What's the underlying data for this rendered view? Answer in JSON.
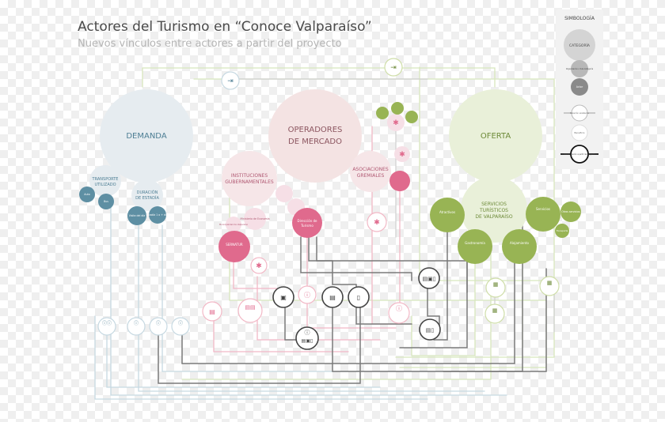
{
  "header": {
    "title": "Actores del Turismo en “Conoce Valparaíso”",
    "subtitle": "Nuevos vínculos entre actores a partir del proyecto"
  },
  "legend": {
    "heading": "SIMBOLOGÍA",
    "category": "CATEGORÍA",
    "subcategory": "Organización o Sub-Categoría",
    "actor": "Actor",
    "existing_link": "Relación existente",
    "benefit": "Beneficio",
    "new_link": "Nueva relación a partir del proyecto"
  },
  "categories": {
    "demanda": "DEMANDA",
    "operadores_1": "OPERADORES",
    "operadores_2": "DE MERCADO",
    "oferta": "OFERTA",
    "instituciones_1": "INSTITUCIONES",
    "instituciones_2": "GUBERNAMENTALES",
    "asociaciones_1": "ASOCIACIONES",
    "asociaciones_2": "GREMIALES",
    "servicios_1": "SERVICIOS",
    "servicios_2": "TURÍSTICOS",
    "servicios_3": "DE VALPARAÍSO",
    "transporte_1": "TRANSPORTE",
    "transporte_2": "UTILIZADO",
    "duracion_1": "DURACIÓN",
    "duracion_2": "DE ESTADÍA"
  },
  "actors": {
    "auto": "Auto",
    "bus": "Bus",
    "visita_dia": "Visita del día",
    "estadia": "Estadía 1 o + días",
    "sernatur": "SERNATUR",
    "direccion_turismo_1": "Dirección de",
    "direccion_turismo_2": "Turismo",
    "atractivos": "Atractivos",
    "gastronomia": "Gastronomía",
    "alojamiento": "Alojamiento",
    "servicios": "Servicios",
    "otros_servicios": "Otros servicios",
    "transporte": "Transporte",
    "ministerio": "Ministerio de Economía",
    "municipalidad": "Municipalidad de Valparaíso"
  },
  "colors": {
    "demanda": "#e6ecf0",
    "demanda_actor": "#5e8fa3",
    "operadores": "#f4e3e3",
    "operadores_actor": "#e06a8d",
    "oferta": "#e9f0d9",
    "oferta_actor": "#98b454",
    "legend_category": "#d4d4d4",
    "legend_actor": "#8a8a8a",
    "line_dark": "#6e6e6e",
    "line_pink": "#f2b8c6",
    "line_green": "#cfdea9",
    "line_blue": "#c7d9e2"
  },
  "icons": [
    "exit-icon",
    "gear-icon",
    "document-icon",
    "tablet-icon",
    "phone-icon",
    "building-icon",
    "map-icon"
  ]
}
